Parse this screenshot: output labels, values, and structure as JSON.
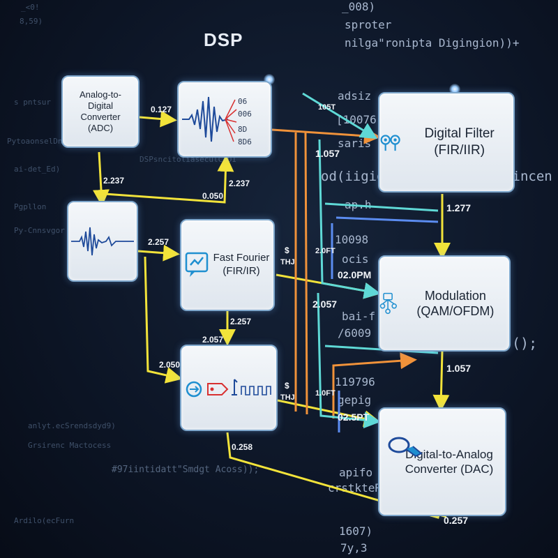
{
  "title": "DSP",
  "blocks": {
    "adc": {
      "label": "Analog-to-Digital Converter (ADC)"
    },
    "fft": {
      "label": "Fast Fourier (FIR/IR)"
    },
    "filter": {
      "label": "Digital Filter (FIR/IIR)"
    },
    "modulation": {
      "label": "Modulation (QAM/OFDM)"
    },
    "dac": {
      "label": "Digital-to-Analog Converter (DAC)"
    },
    "spectrum": {
      "labels": [
        "06",
        "006",
        "8D",
        "8D6"
      ]
    }
  },
  "edge_labels": {
    "e1": "0.127",
    "e2": "2.237",
    "e3": "0.050",
    "e4": "2.237",
    "e5": "2.257",
    "e6": "2.257",
    "e7": "2.057",
    "e8": "2.050",
    "e9": "0.258",
    "e10": "105T",
    "e11": "1.057",
    "e12": "1.277",
    "e13": "2.0FT",
    "e14": "02.0PM",
    "e15": "2.057",
    "e16": "1.057",
    "e17": "1.0FT",
    "e18": "02.5PT",
    "e19": "0.257",
    "e20": "$",
    "e21": "THJ",
    "e22": "$",
    "e23": "THJ"
  },
  "code_lines": {
    "r1": "_008)",
    "r2": "sproter",
    "r3": "nilga\"ronipta Digingion))+",
    "r4": "adsiz",
    "r5": "[10076",
    "r6": "saris",
    "r7": "od(iigig.stlitonligpor Pincen",
    "r8": "ap.h",
    "r9": "10098",
    "r10": "ocis",
    "r11": "bai-f",
    "r12": "/6009",
    "r13": "119796",
    "r14": "gepig",
    "r15": "apifo",
    "r16": "crstkteRIDp-dit",
    "r17": "1607)",
    "r18": "7y,3",
    "r19": "();",
    "l1": "DSPsncitoliaseculCADI",
    "l2": "anlyt.ecSrendsdyd9)",
    "l3": "Grsirenc Mactocess",
    "l4": "#97iintidatt\"Smdgt Acoss));"
  }
}
